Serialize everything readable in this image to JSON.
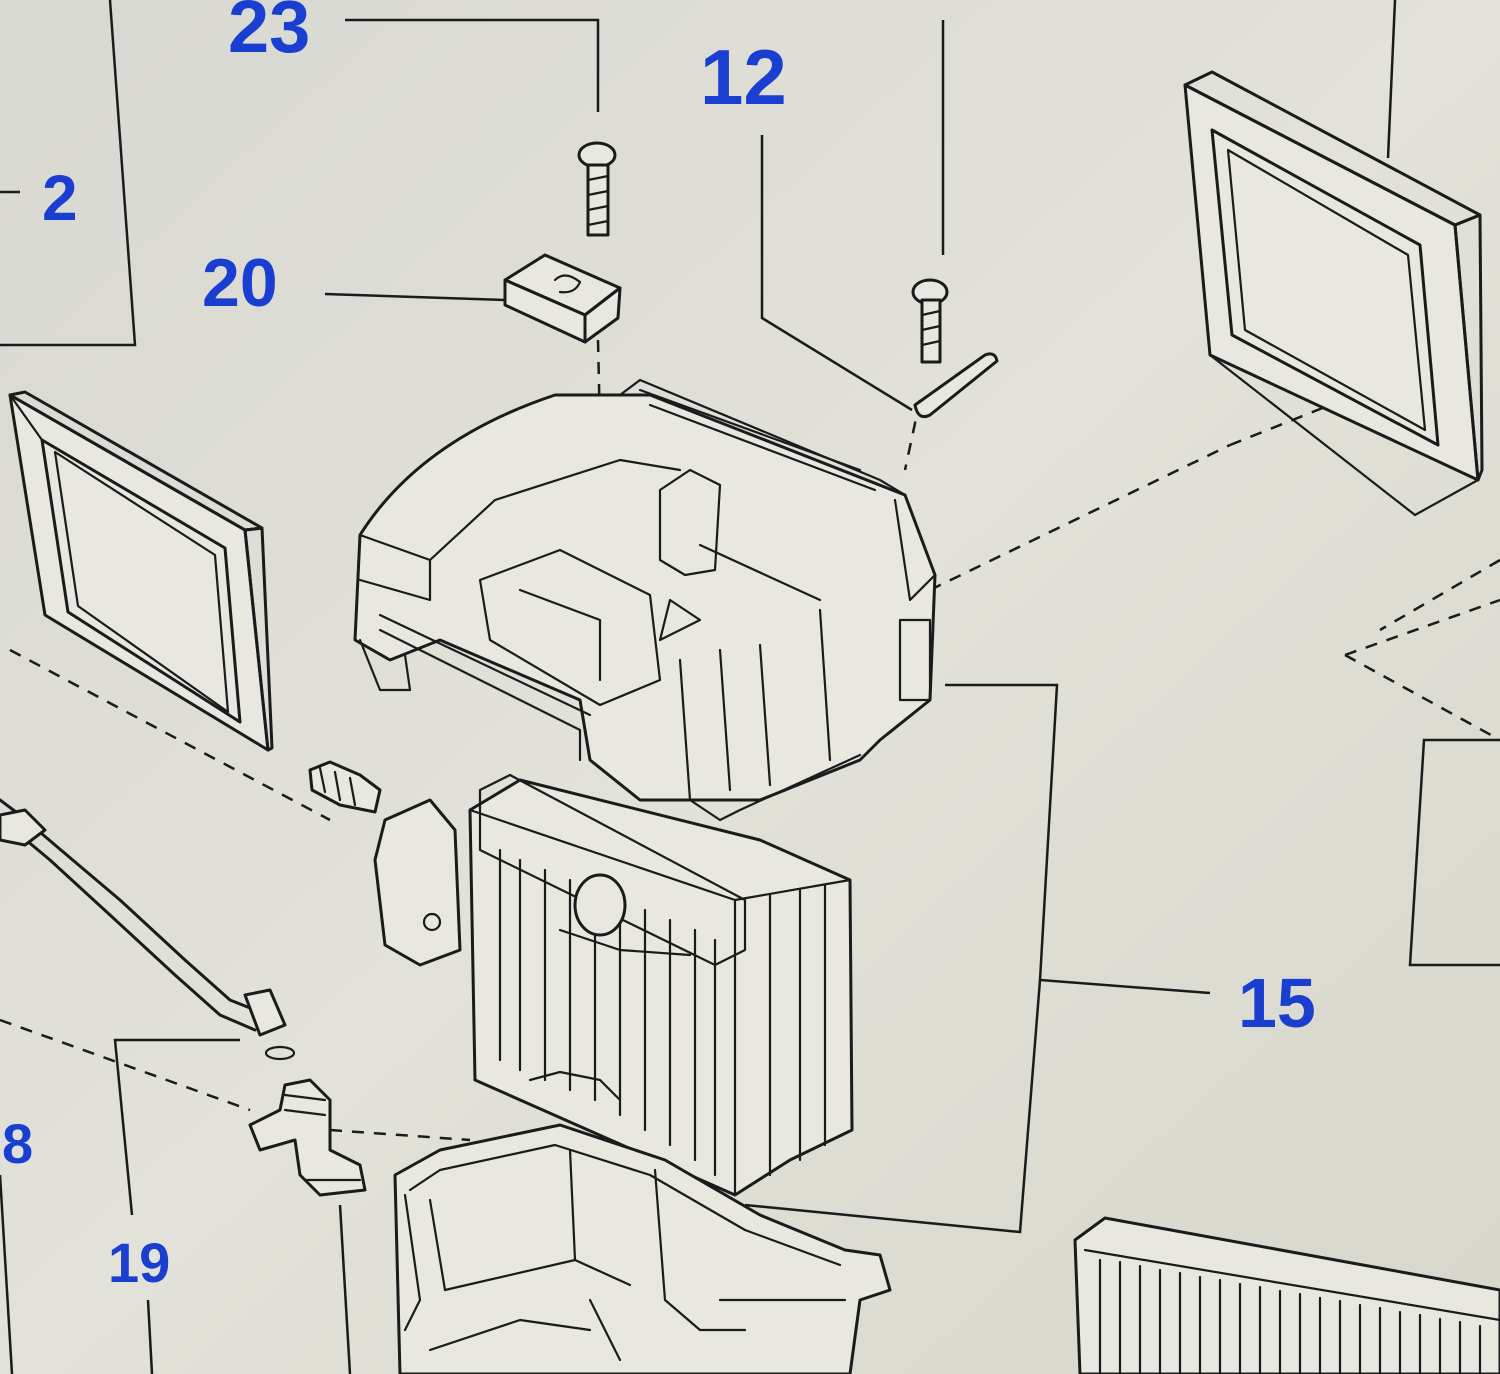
{
  "diagram": {
    "callouts": [
      {
        "id": "c23",
        "label": "23"
      },
      {
        "id": "c12",
        "label": "12"
      },
      {
        "id": "c2",
        "label": "2"
      },
      {
        "id": "c20",
        "label": "20"
      },
      {
        "id": "c15",
        "label": "15"
      },
      {
        "id": "c8",
        "label": "8"
      },
      {
        "id": "c19",
        "label": "19"
      }
    ]
  },
  "colors": {
    "callout": "#1a3fd0",
    "line": "#1b1b1b",
    "paper": "#dcdcd4"
  }
}
